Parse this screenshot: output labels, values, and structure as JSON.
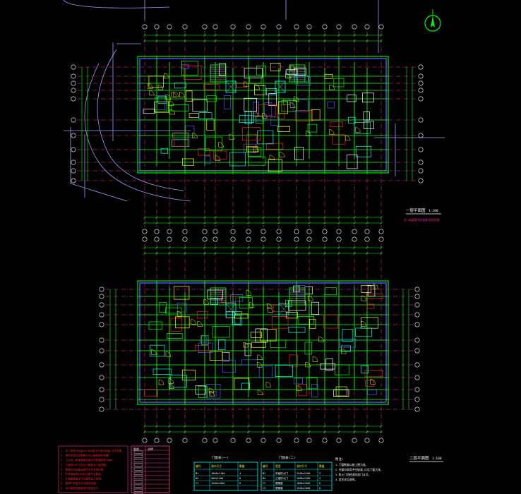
{
  "colors": {
    "background": "#000000",
    "axis": "#ff3399",
    "wall": "#00ff00",
    "white": "#ffffff",
    "blue": "#4b5cff",
    "cyan": "#00ffff",
    "yellow": "#ffff00",
    "red": "#ff2020",
    "site": "#9aa3ff"
  },
  "icons": {
    "north_arrow": "north-arrow-icon"
  },
  "plan_top": {
    "title": "一层平面图",
    "scale": "1:100",
    "note": "注:本层室内外高差详见总图"
  },
  "plan_bottom": {
    "title": "二层平面图",
    "scale": "1:100"
  },
  "notes_left": {
    "lines": [
      "1. 本工程设计标高±0.000相当于绝对标高,详见总图。",
      "2. 墙体定位除注明者外均以轴线居中布置。",
      "3. 卫生间、厨房楼面标高比同层楼面低20mm。",
      "4. 门窗洞口尺寸详见门窗表及门窗详图。",
      "5. 管道井待设备安装完毕后逐层封堵。",
      "6. 所有预留洞口详见设备专业图纸。",
      "7. 外墙保温做法详见建筑设计说明。",
      "8. 楼梯栏杆做法详见楼梯详图。",
      "9. 未尽事宜按国家现行规范执行。"
    ]
  },
  "legend_table": {
    "header": [
      "图例",
      "说明"
    ],
    "rows": 11
  },
  "door_table_1": {
    "title": "门窗表(一)",
    "header": [
      "编号",
      "洞口尺寸",
      "数量"
    ],
    "rows": [
      [
        "M1",
        "1000x2100",
        "4"
      ],
      [
        "M2",
        "900x2100",
        "8"
      ],
      [
        "C1",
        "1500x1500",
        "6"
      ]
    ]
  },
  "door_table_2": {
    "title": "门窗表(二)",
    "header": [
      "编号",
      "类型",
      "洞口尺寸",
      "数量"
    ],
    "rows": [
      [
        "M3",
        "甲级防火门",
        "1200x2100",
        "2"
      ],
      [
        "M4",
        "乙级防火门",
        "1000x2100",
        "4"
      ],
      [
        "C2",
        "塑钢窗",
        "1800x1500",
        "6"
      ],
      [
        "C3",
        "塑钢窗",
        "1200x1500",
        "8"
      ]
    ]
  },
  "remarks": {
    "title": "附注:",
    "lines": [
      "1.门窗数量以施工图为准。",
      "2.外窗均采用中空玻璃,详见门窗大样。",
      "3.防火门须经消防部门认可。",
      "4.其余详见说明。"
    ]
  }
}
